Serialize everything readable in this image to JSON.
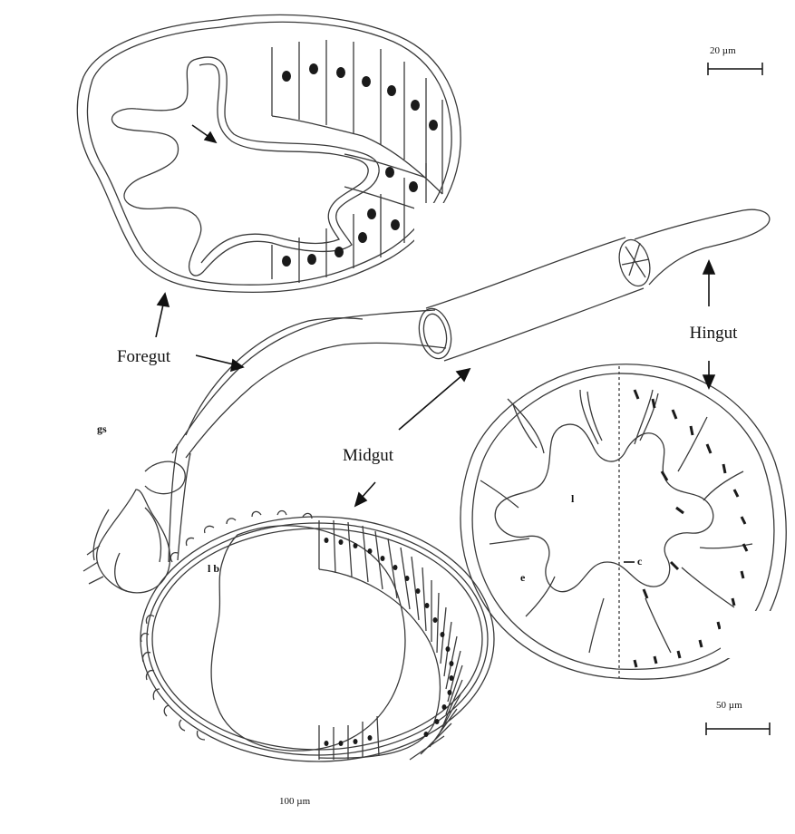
{
  "labels": {
    "foregut": "Foregut",
    "midgut": "Midgut",
    "hindgut": "Hingut"
  },
  "scale_bars": {
    "top": "20 µm",
    "right": "50 µm",
    "bottom": "100 µm"
  },
  "letters": {
    "gs": "gs",
    "lb": "l b",
    "l": "l",
    "e": "e",
    "c": "c"
  },
  "colors": {
    "line": "#3a3a3a",
    "nucleus": "#1a1a1a",
    "background": "#ffffff"
  }
}
